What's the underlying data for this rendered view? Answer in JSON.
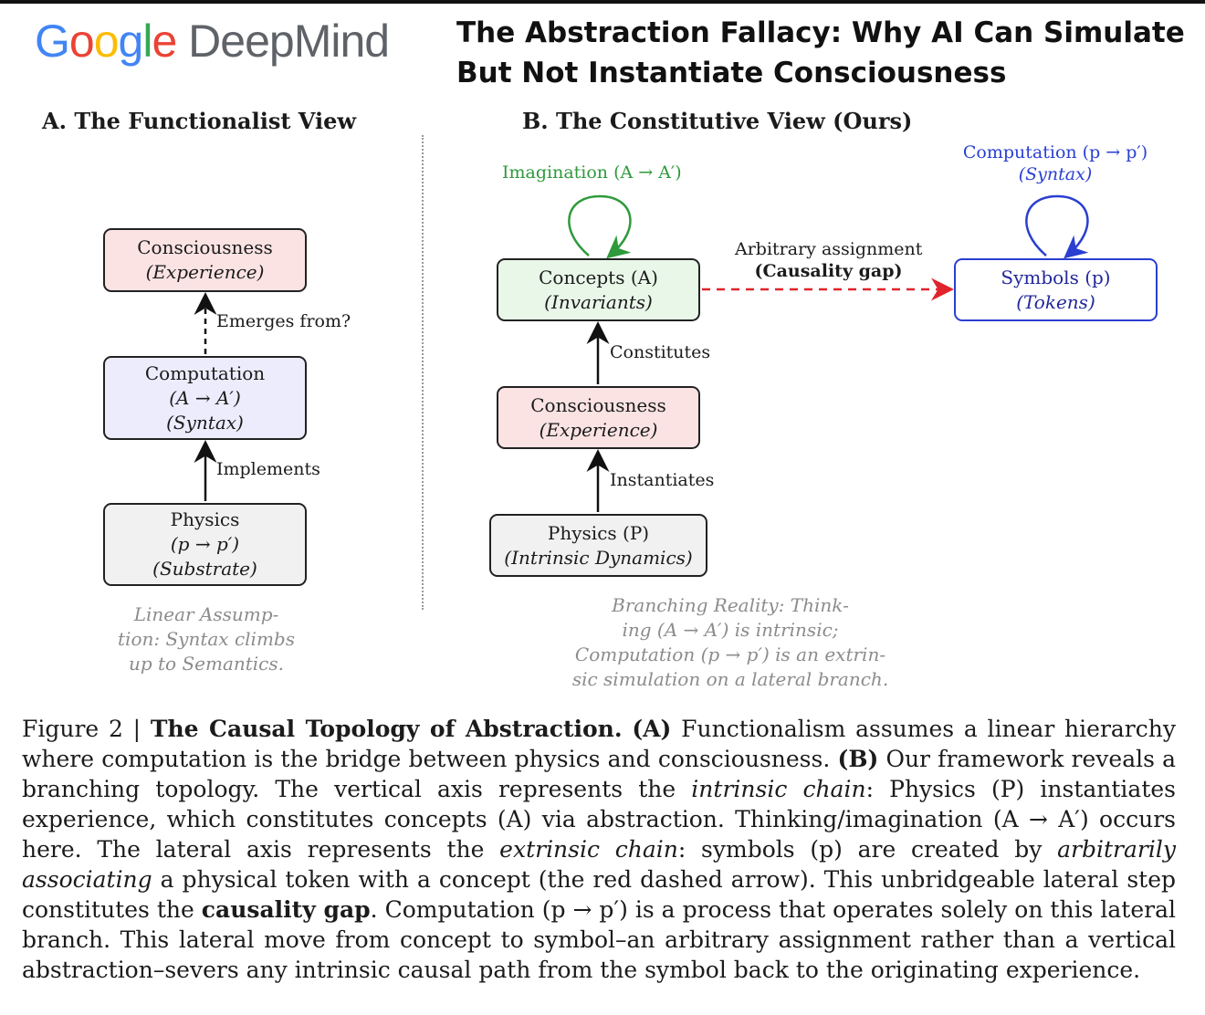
{
  "logo": {
    "google": "Google",
    "deepmind": "DeepMind"
  },
  "headline": {
    "line1": "The Abstraction Fallacy: Why AI Can Simulate",
    "line2": "But Not Instantiate Consciousness"
  },
  "panel_a": {
    "title": "A. The Functionalist View",
    "consciousness": {
      "line1": "Consciousness",
      "line2": "(Experience)"
    },
    "computation": {
      "line1": "Computation",
      "line2": "(A → A′)",
      "line3": "(Syntax)"
    },
    "physics": {
      "line1": "Physics",
      "line2": "(p → p′)",
      "line3": "(Substrate)"
    },
    "label_emerges": "Emerges from?",
    "label_implements": "Implements",
    "note": {
      "line1": "Linear Assump-",
      "line2": "tion: Syntax climbs",
      "line3": "up to Semantics."
    }
  },
  "panel_b": {
    "title": "B. The Constitutive View (Ours)",
    "imagination_label": "Imagination (A → A′)",
    "computation_label": {
      "line1": "Computation (p → p′)",
      "line2": "(Syntax)"
    },
    "concepts": {
      "line1": "Concepts (A)",
      "line2": "(Invariants)"
    },
    "symbols": {
      "line1": "Symbols (p)",
      "line2": "(Tokens)"
    },
    "consciousness": {
      "line1": "Consciousness",
      "line2": "(Experience)"
    },
    "physics": {
      "line1": "Physics (P)",
      "line2": "(Intrinsic Dynamics)"
    },
    "arbitrary": {
      "line1": "Arbitrary assignment",
      "line2": "(Causality gap)"
    },
    "label_constitutes": "Constitutes",
    "label_instantiates": "Instantiates",
    "note": {
      "line1": "Branching Reality: Think-",
      "line2": "ing (A → A′) is intrinsic;",
      "line3": "Computation (p → p′) is an extrin-",
      "line4": "sic simulation on a lateral branch."
    }
  },
  "caption": {
    "figure": "Figure 2 | ",
    "bold_title": "The Causal Topology of Abstraction.",
    "a_label": "(A)",
    "seg1": " Functionalism assumes a linear hierarchy where computation is the bridge between physics and consciousness. ",
    "b_label": "(B)",
    "seg2": " Our framework reveals a branching topology. The vertical axis represents the ",
    "i1": "intrinsic chain",
    "seg3": ": Physics (P) instantiates experience, which constitutes concepts (A) via abstraction. Thinking/imagination (A → A′) occurs here. The lateral axis represents the ",
    "i2": "extrinsic chain",
    "seg4": ": symbols (p) are created by ",
    "i3": "arbitrarily associating",
    "seg5": " a physical token with a concept (the red dashed arrow). This unbridgeable lateral step constitutes the ",
    "b2": "causality gap",
    "seg6": ". Computation (p → p′) is a process that operates solely on this lateral branch. This lateral move from concept to symbol–an arbitrary assignment rather than a vertical abstraction–severs any intrinsic causal path from the symbol back to the originating experience."
  },
  "colors": {
    "green": "#2e9a3c",
    "blue": "#2a3fd1",
    "red": "#e0242b",
    "pink_fill": "#fbe3e3",
    "blue_fill": "#ececfc",
    "gray_fill": "#f1f1f1",
    "green_fill": "#e9f7e9"
  }
}
